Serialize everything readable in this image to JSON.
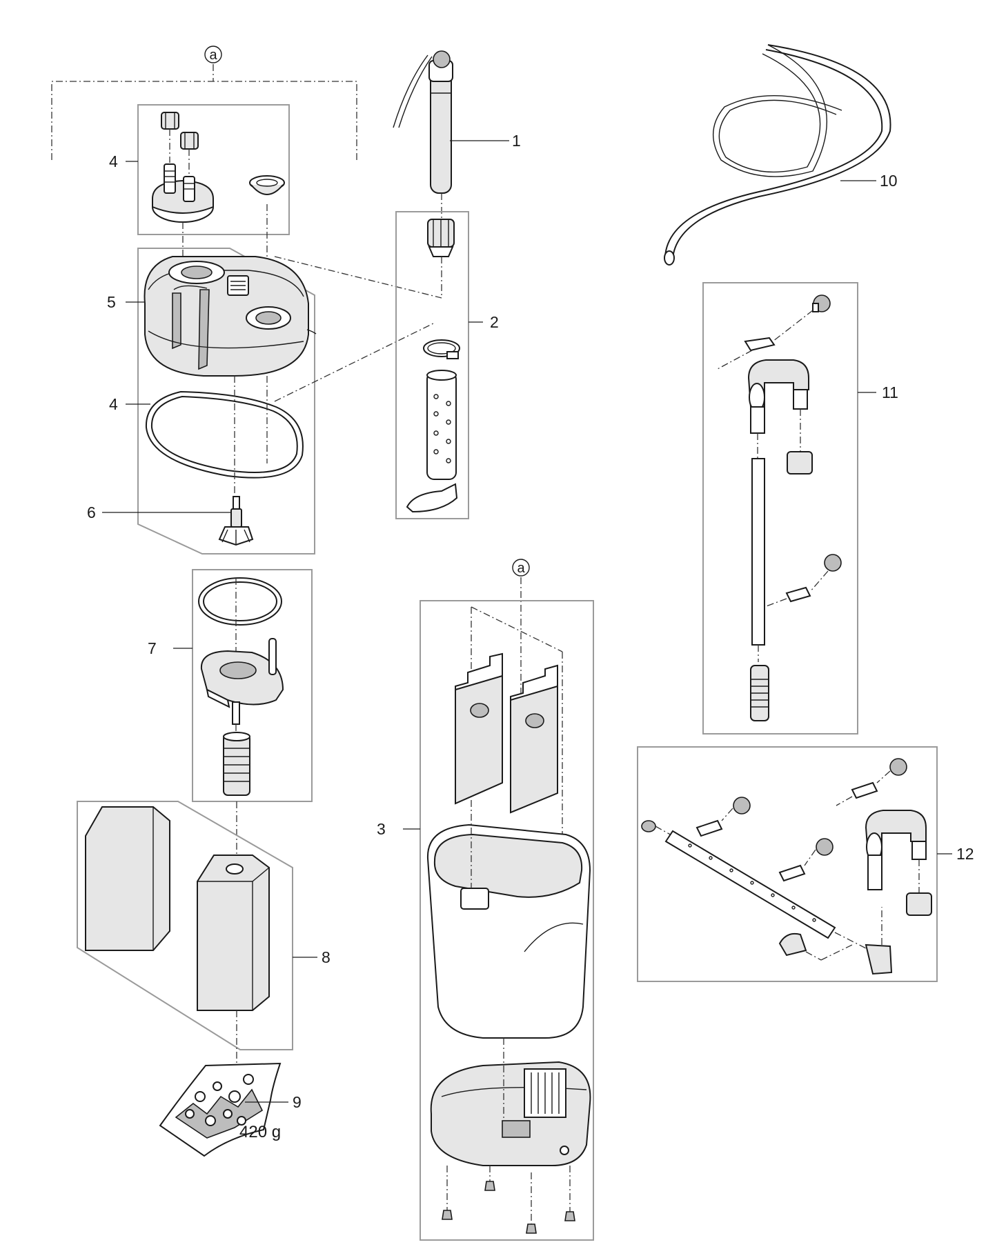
{
  "diagram": {
    "callouts": {
      "c1": "1",
      "c2": "2",
      "c3": "3",
      "c4a": "4",
      "c4b": "4",
      "c5": "5",
      "c6": "6",
      "c7": "7",
      "c8": "8",
      "c9": "9",
      "c10": "10",
      "c11": "11",
      "c12": "12"
    },
    "group_marks": {
      "top": "a",
      "middle": "a"
    },
    "weight_label": "420 g"
  }
}
